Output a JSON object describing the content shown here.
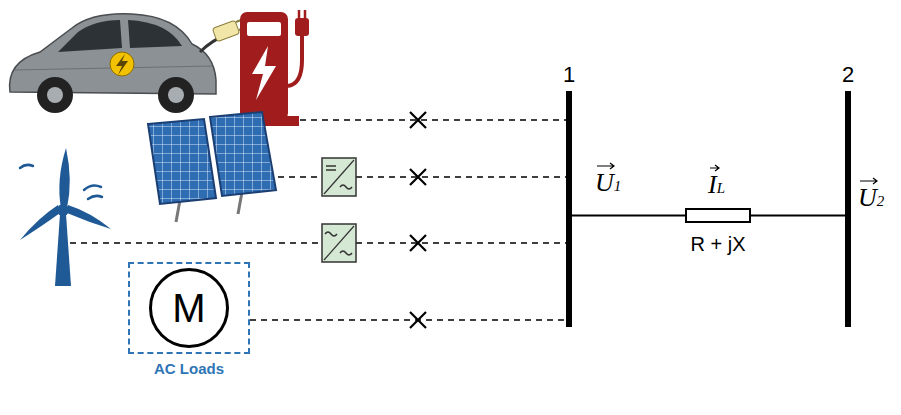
{
  "diagram": {
    "nodes": [
      {
        "text": [
          "1"
        ]
      },
      {
        "text": [
          "R + jX"
        ]
      },
      {
        "text": [
          "2"
        ]
      },
      {
        "text": [
          "AC Loads"
        ]
      },
      {
        "text": [
          "M"
        ],
        "in": 3
      }
    ],
    "edges": [
      {
        "from": 3,
        "to": 0,
        "arrow": "none"
      },
      {
        "from": 0,
        "to": 1,
        "arrow": "none"
      },
      {
        "from": 1,
        "to": 2,
        "arrow": "none"
      }
    ],
    "labels": [
      "U1",
      "IL",
      "U2"
    ]
  }
}
